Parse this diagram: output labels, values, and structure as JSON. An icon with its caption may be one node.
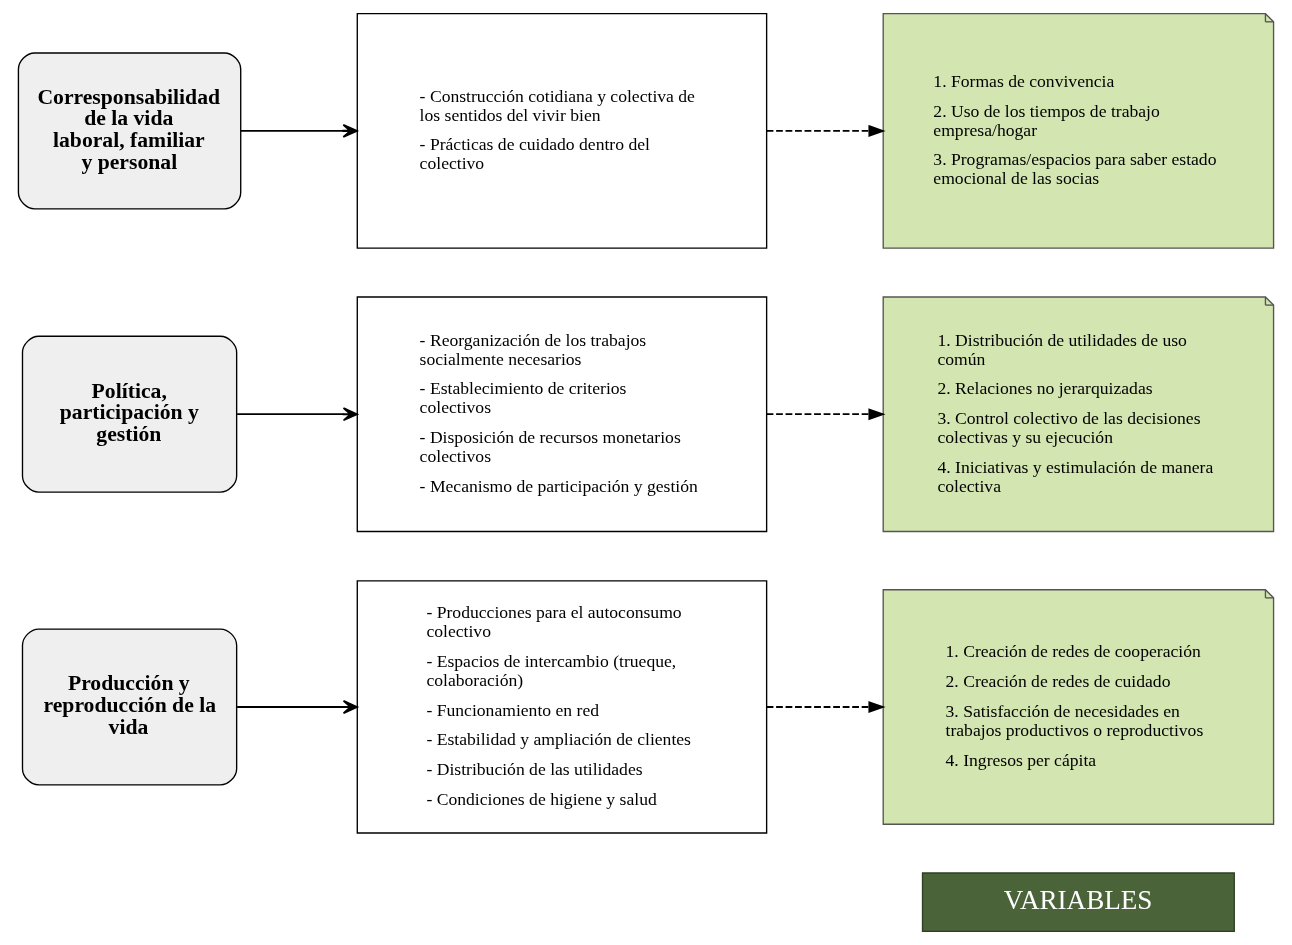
{
  "diagram": {
    "nodes": [
      {
        "text": [
          "VARIABLES"
        ]
      },
      {
        "text": [
          "Producción y reproducción de la vida"
        ]
      },
      {
        "text": [
          "- Producciones para el autoconsumo colectivo",
          "- Espacios de intercambio (trueque, colaboración)",
          "- Funcionamiento en red",
          "- Estabilidad y ampliación de clientes",
          "- Distribución de las utilidades",
          "- Condiciones de higiene y salud"
        ]
      },
      {
        "text": [
          "1. Creación de redes de cooperación",
          "2. Creación de redes de cuidado",
          "3. Satisfacción de necesidades en trabajos productivos o reproductivos",
          "4. Ingresos per cápita"
        ]
      },
      {
        "text": [
          "Política, participación y gestión"
        ]
      },
      {
        "text": [
          "- Reorganización de los trabajos socialmente necesarios",
          "- Establecimiento de criterios colectivos",
          "- Disposición de recursos monetarios colectivos",
          "- Mecanismo de participación y gestión"
        ]
      },
      {
        "text": [
          "1. Distribución de utilidades de uso común",
          "2. Relaciones no jerarquizadas",
          "3. Control colectivo de las decisiones colectivas y su ejecución",
          "4. Iniciativas y estimulación de manera colectiva"
        ]
      },
      {
        "text": [
          "Corresponsabilidad de la vida laboral, familiar y personal"
        ]
      },
      {
        "text": [
          "- Construcción cotidiana y colectiva de los sentidos del vivir bien",
          "- Prácticas de cuidado dentro del colectivo"
        ]
      },
      {
        "text": [
          "1. Formas de convivencia",
          "2. Uso de los tiempos de trabajo empresa/hogar",
          "3. Programas/espacios para saber estado emocional de las socias"
        ]
      }
    ],
    "edges": [
      {
        "from": 1,
        "to": 2,
        "arrow": "to"
      },
      {
        "from": 2,
        "to": 3,
        "arrow": "to",
        "style": "dashed"
      },
      {
        "from": 4,
        "to": 5,
        "arrow": "to"
      },
      {
        "from": 5,
        "to": 6,
        "arrow": "to",
        "style": "dashed"
      },
      {
        "from": 7,
        "to": 8,
        "arrow": "to"
      },
      {
        "from": 8,
        "to": 9,
        "arrow": "to",
        "style": "dashed"
      }
    ]
  }
}
